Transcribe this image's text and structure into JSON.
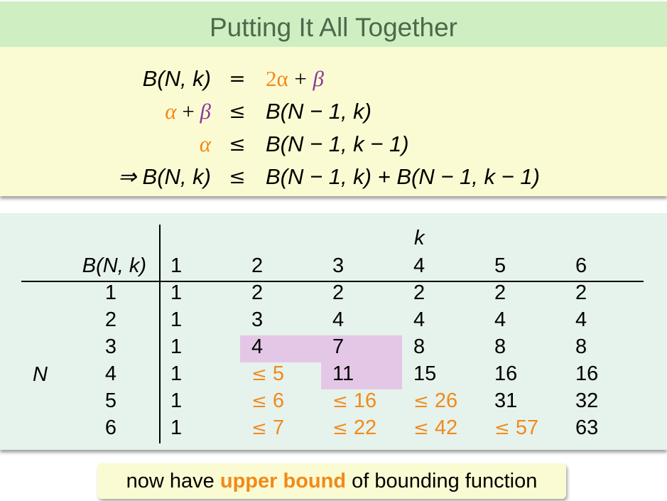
{
  "slide": {
    "title": "Putting It All Together"
  },
  "formulas": [
    {
      "lhs": "B(N, k)",
      "rel": "=",
      "rhs_a": "2α",
      "rhs_plus": "+",
      "rhs_b": "β"
    },
    {
      "lhs_a": "α",
      "lhs_plus": "+",
      "lhs_b": "β",
      "rel": "≤",
      "rhs": "B(N − 1, k)"
    },
    {
      "lhs": "α",
      "rel": "≤",
      "rhs": "B(N − 1, k − 1)"
    },
    {
      "lhs": "⇒ B(N, k)",
      "rel": "≤",
      "rhs": "B(N − 1, k) + B(N − 1, k − 1)"
    }
  ],
  "table": {
    "col_axis_label": "k",
    "row_axis_label": "N",
    "corner_label": "B(N, k)",
    "k_values": [
      "1",
      "2",
      "3",
      "4",
      "5",
      "6"
    ],
    "n_values": [
      "1",
      "2",
      "3",
      "4",
      "5",
      "6"
    ],
    "rows": [
      [
        {
          "v": "1"
        },
        {
          "v": "2"
        },
        {
          "v": "2"
        },
        {
          "v": "2"
        },
        {
          "v": "2"
        },
        {
          "v": "2"
        }
      ],
      [
        {
          "v": "1"
        },
        {
          "v": "3"
        },
        {
          "v": "4"
        },
        {
          "v": "4"
        },
        {
          "v": "4"
        },
        {
          "v": "4"
        }
      ],
      [
        {
          "v": "1"
        },
        {
          "v": "4"
        },
        {
          "v": "7"
        },
        {
          "v": "8"
        },
        {
          "v": "8"
        },
        {
          "v": "8"
        }
      ],
      [
        {
          "v": "1"
        },
        {
          "v": "5",
          "leq": true
        },
        {
          "v": "11"
        },
        {
          "v": "15"
        },
        {
          "v": "16"
        },
        {
          "v": "16"
        }
      ],
      [
        {
          "v": "1"
        },
        {
          "v": "6",
          "leq": true
        },
        {
          "v": "16",
          "leq": true
        },
        {
          "v": "26",
          "leq": true
        },
        {
          "v": "31"
        },
        {
          "v": "32"
        }
      ],
      [
        {
          "v": "1"
        },
        {
          "v": "7",
          "leq": true
        },
        {
          "v": "22",
          "leq": true
        },
        {
          "v": "42",
          "leq": true
        },
        {
          "v": "57",
          "leq": true
        },
        {
          "v": "63"
        }
      ]
    ],
    "leq_symbol": "≤"
  },
  "note": {
    "before": "now have",
    "emphasis": "upper bound",
    "after": "of bounding function"
  },
  "colors": {
    "accent": "#f08a1a",
    "purple": "#8a3a9a",
    "highlight": "#e4c7e6"
  }
}
